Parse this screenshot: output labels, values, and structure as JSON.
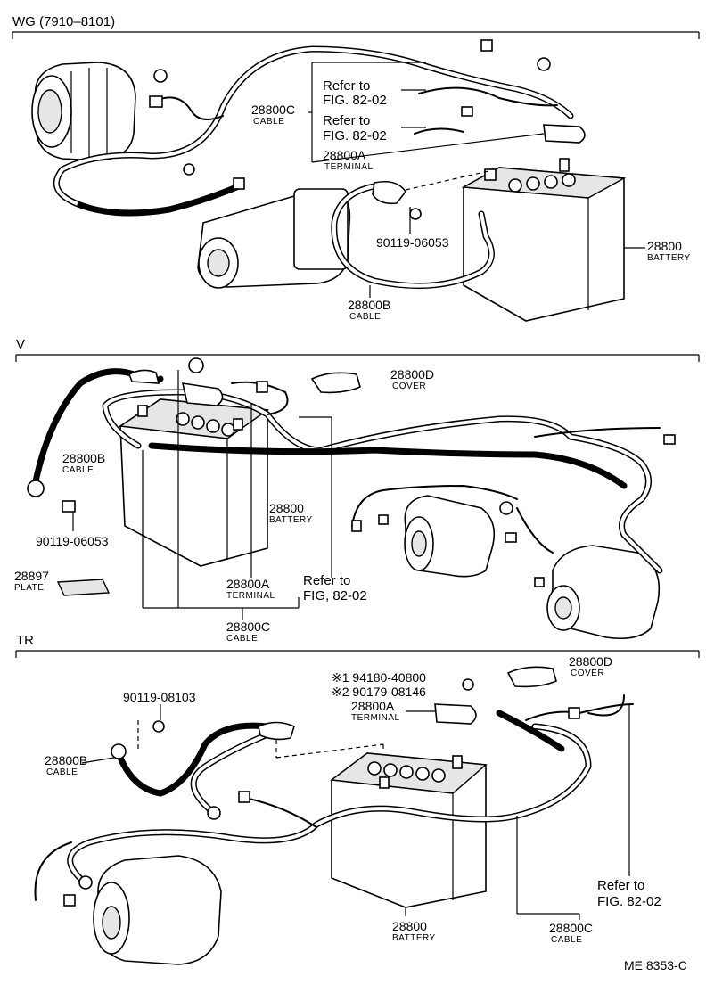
{
  "sections": {
    "wg": {
      "title": "WG (7910–8101)",
      "labels": {
        "cable_c_part": "28800C",
        "cable_c_name": "CABLE",
        "refer1_line1": "Refer to",
        "refer1_line2": "FIG. 82-02",
        "refer2_line1": "Refer to",
        "refer2_line2": "FIG. 82-02",
        "terminal_part": "28800A",
        "terminal_name": "TERMINAL",
        "bolt": "90119-06053",
        "battery_part": "28800",
        "battery_name": "BATTERY",
        "cable_b_part": "28800B",
        "cable_b_name": "CABLE"
      }
    },
    "v": {
      "title": "V",
      "labels": {
        "cover_part": "28800D",
        "cover_name": "COVER",
        "cable_b_part": "28800B",
        "cable_b_name": "CABLE",
        "bolt": "90119-06053",
        "battery_part": "28800",
        "battery_name": "BATTERY",
        "plate_part": "28897",
        "plate_name": "PLATE",
        "terminal_part": "28800A",
        "terminal_name": "TERMINAL",
        "refer_line1": "Refer to",
        "refer_line2": "FIG, 82-02",
        "cable_c_part": "28800C",
        "cable_c_name": "CABLE"
      }
    },
    "tr": {
      "title": "TR",
      "labels": {
        "bolt": "90119-08103",
        "nut1": "※1 94180-40800",
        "nut2": "※2 90179-08146",
        "terminal_part": "28800A",
        "terminal_name": "TERMINAL",
        "cover_part": "28800D",
        "cover_name": "COVER",
        "cable_b_part": "28800B",
        "cable_b_name": "CABLE",
        "battery_part": "28800",
        "battery_name": "BATTERY",
        "refer_line1": "Refer to",
        "refer_line2": "FIG. 82-02",
        "cable_c_part": "28800C",
        "cable_c_name": "CABLE"
      }
    }
  },
  "footer": {
    "code": "ME  8353-C"
  }
}
